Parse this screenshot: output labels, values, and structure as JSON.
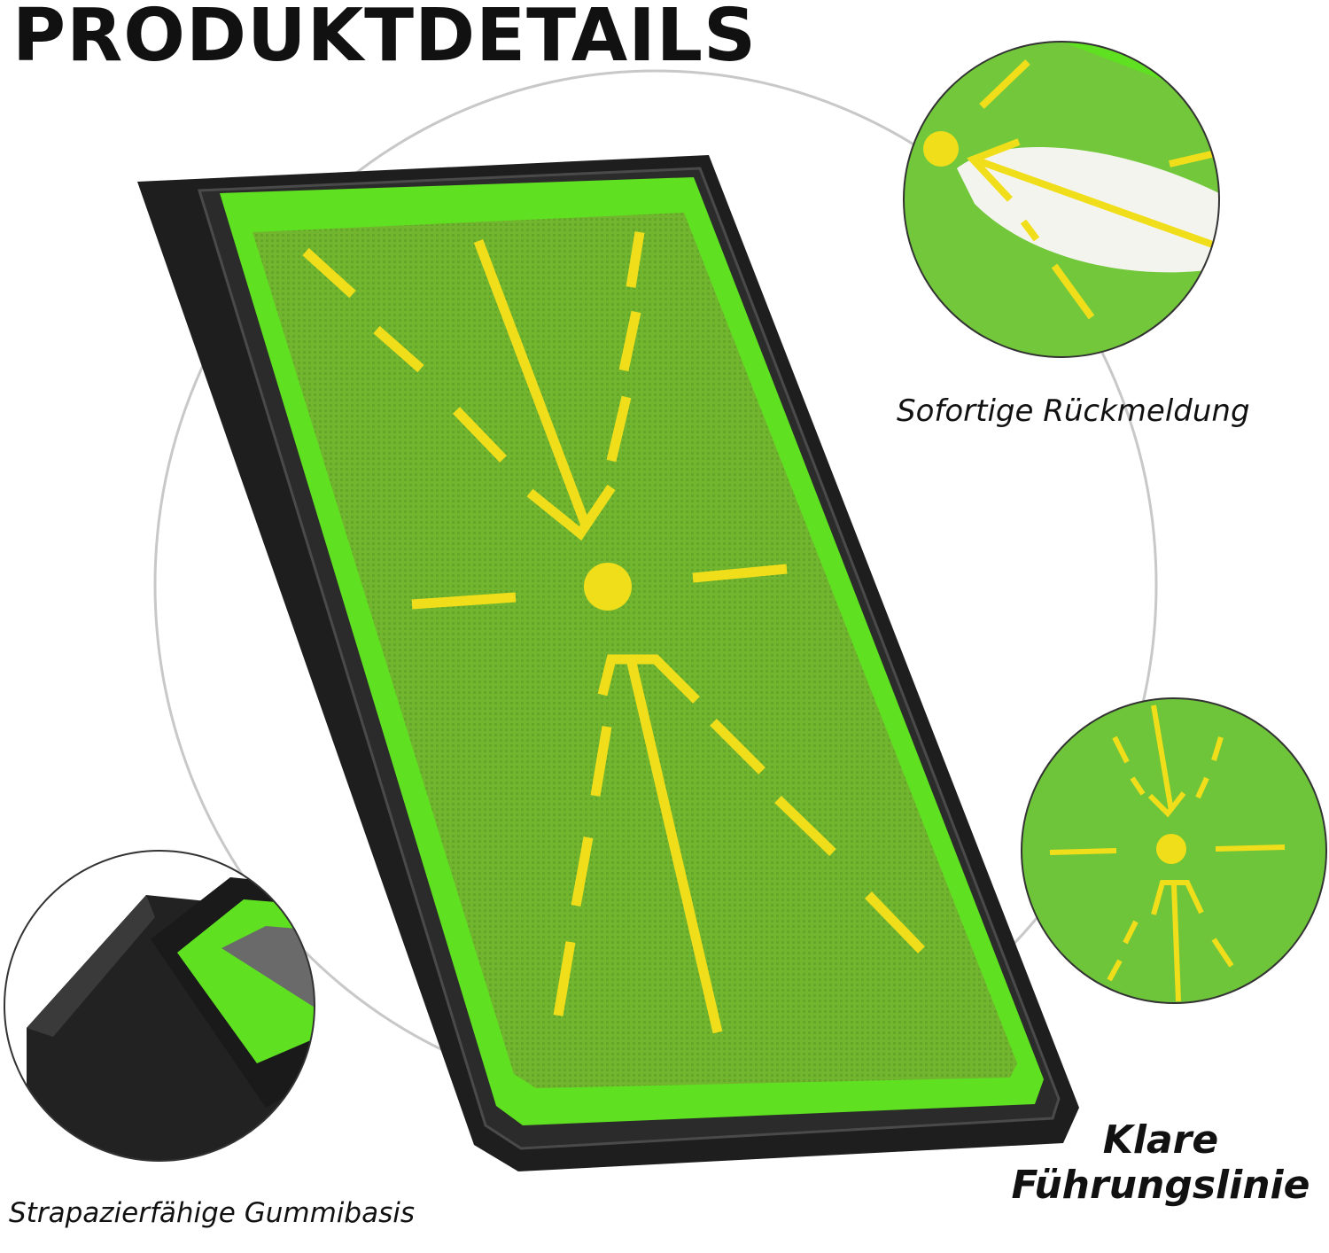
{
  "title": "PRODUKTDETAILS",
  "captions": {
    "instant_feedback": "Sofortige Rückmeldung",
    "clear_guide_line_1": "Klare",
    "clear_guide_line_2": "Führungslinie",
    "durable_rubber_base": "Strapazierfähige Gummibasis"
  },
  "colors": {
    "mat_green": "#6fb52e",
    "border_green": "#5fe021",
    "line_yellow": "#f1de1a",
    "base_black": "#1e1e1e",
    "ring_gray": "#c8c8c8"
  }
}
